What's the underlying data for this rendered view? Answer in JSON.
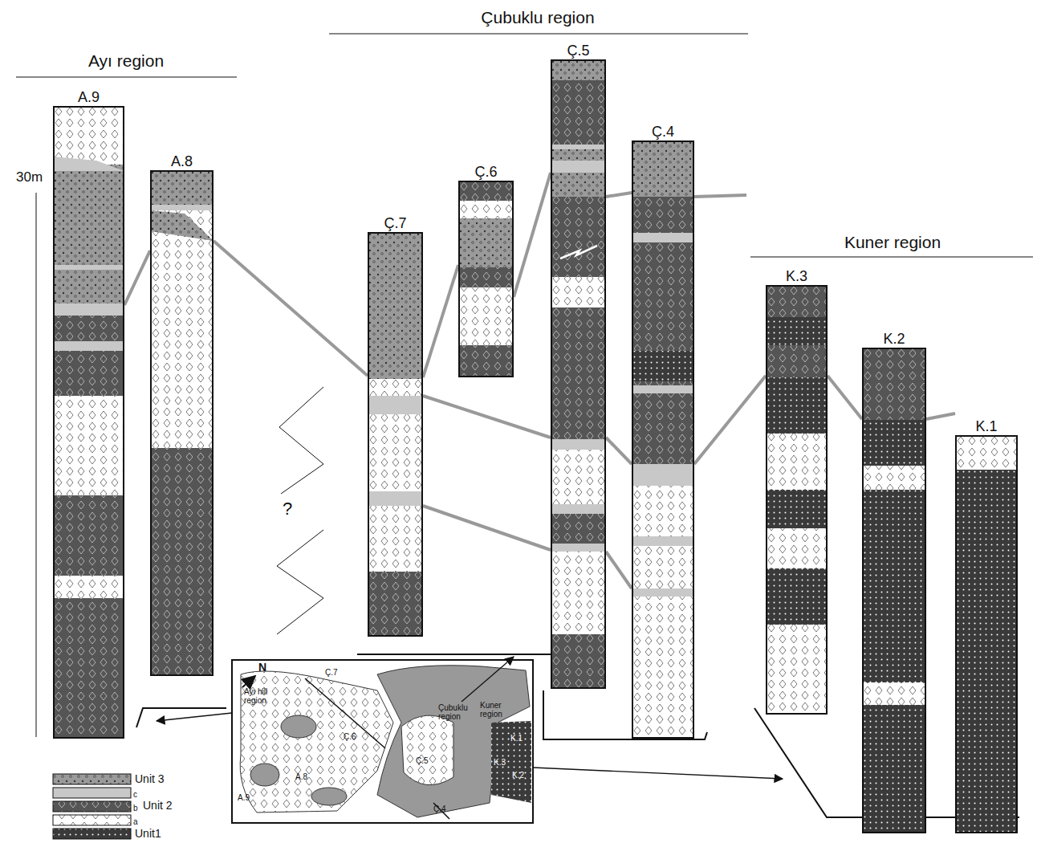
{
  "diagram": {
    "nodes": [
      {
        "text": [
          "A.9"
        ]
      },
      {
        "text": [
          "A.8"
        ]
      },
      {
        "text": [
          "Ç.7"
        ]
      },
      {
        "text": [
          "Ç.6"
        ]
      },
      {
        "text": [
          "Ç.5"
        ]
      },
      {
        "text": [
          "Ç.4"
        ]
      },
      {
        "text": [
          "K.3"
        ]
      },
      {
        "text": [
          "K.2"
        ]
      },
      {
        "text": [
          "K.1"
        ]
      }
    ],
    "edges": [
      {
        "from": 0,
        "to": 1,
        "arrow": "none"
      },
      {
        "from": 1,
        "to": 2,
        "arrow": "none"
      },
      {
        "from": 2,
        "to": 3,
        "arrow": "none"
      },
      {
        "from": 2,
        "to": 4,
        "arrow": "none"
      },
      {
        "from": 2,
        "to": 4,
        "arrow": "none"
      },
      {
        "from": 3,
        "to": 4,
        "arrow": "none"
      },
      {
        "from": 4,
        "to": 5,
        "arrow": "none"
      },
      {
        "from": 4,
        "to": 5,
        "arrow": "none"
      },
      {
        "from": 4,
        "to": 5,
        "arrow": "none"
      },
      {
        "from": 5,
        "to": 6,
        "arrow": "none"
      },
      {
        "from": 6,
        "to": 7,
        "arrow": "none"
      },
      {
        "from": 7,
        "to": 8,
        "arrow": "none"
      }
    ],
    "labels": [
      "Ayı region",
      "Çubuklu region",
      "Kuner region",
      "30m",
      "?",
      "Unit 2",
      "N",
      "Ç.7",
      "Ayı hill region",
      "Ç.6",
      "Çubuklu region",
      "Kuner region",
      "K.1",
      "K.3",
      "K.2",
      "A.9",
      "A.8",
      "Ç.5",
      "Ç.4"
    ],
    "legend": [
      {
        "text": "Unit 3",
        "color": "#9a9a9a"
      },
      {
        "text": "c",
        "color": "#c8c8c8"
      },
      {
        "text": "b",
        "color": "#555555"
      },
      {
        "text": "a",
        "color": "#ffffff"
      },
      {
        "text": "Unit1",
        "color": "#3a3a3a"
      }
    ]
  }
}
